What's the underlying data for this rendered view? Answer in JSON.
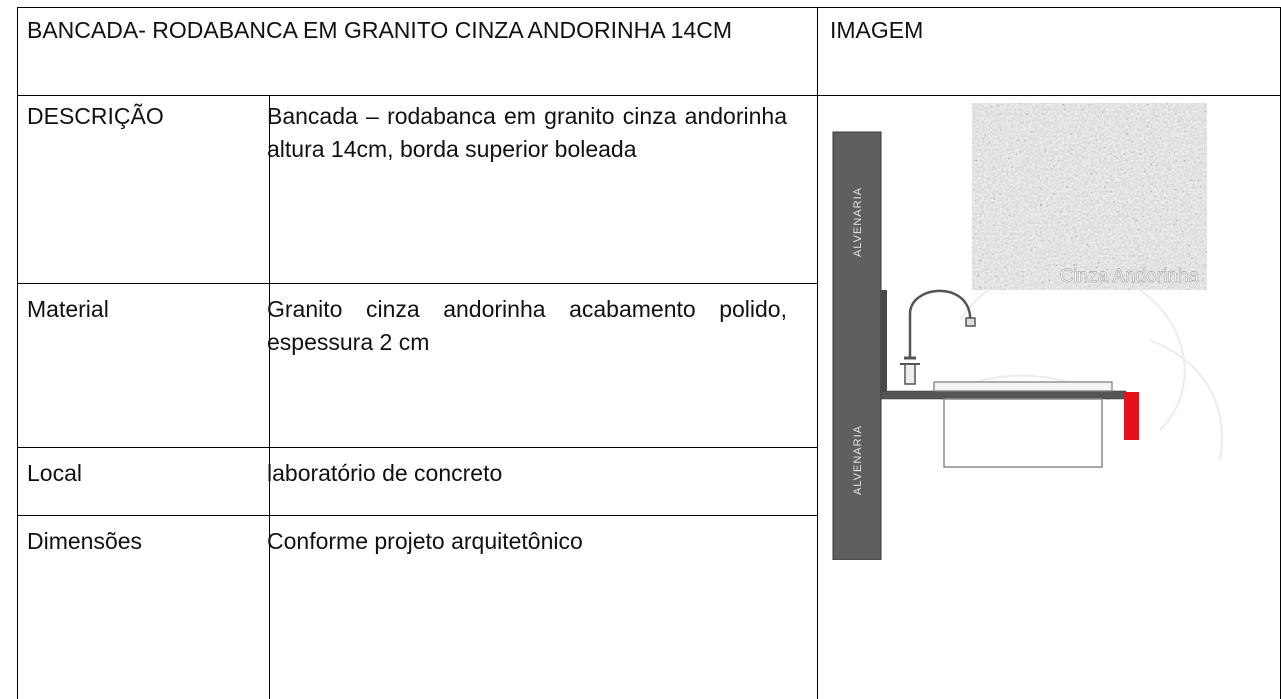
{
  "header": {
    "title": "BANCADA- RODABANCA EM GRANITO CINZA ANDORINHA 14CM",
    "image_label": "IMAGEM"
  },
  "rows": [
    {
      "label": "DESCRIÇÃO",
      "value": "Bancada – rodabanca em granito cinza andorinha altura 14cm, borda superior boleada"
    },
    {
      "label": "Material",
      "value": "Granito cinza andorinha acabamento polido, espessura 2 cm"
    },
    {
      "label": "Local",
      "value": "laboratório de concreto"
    },
    {
      "label": "Dimensões",
      "value": "Conforme projeto arquitetônico"
    }
  ],
  "illustration": {
    "wall_label_top": "ALVENARIA",
    "wall_label_bottom": "ALVENARIA",
    "swatch_caption": "Cinza Andorinha",
    "colors": {
      "wall": "#5f5f5f",
      "rodabanca_highlight": "#e8101a",
      "granite_base": "#b9b9b9"
    }
  }
}
